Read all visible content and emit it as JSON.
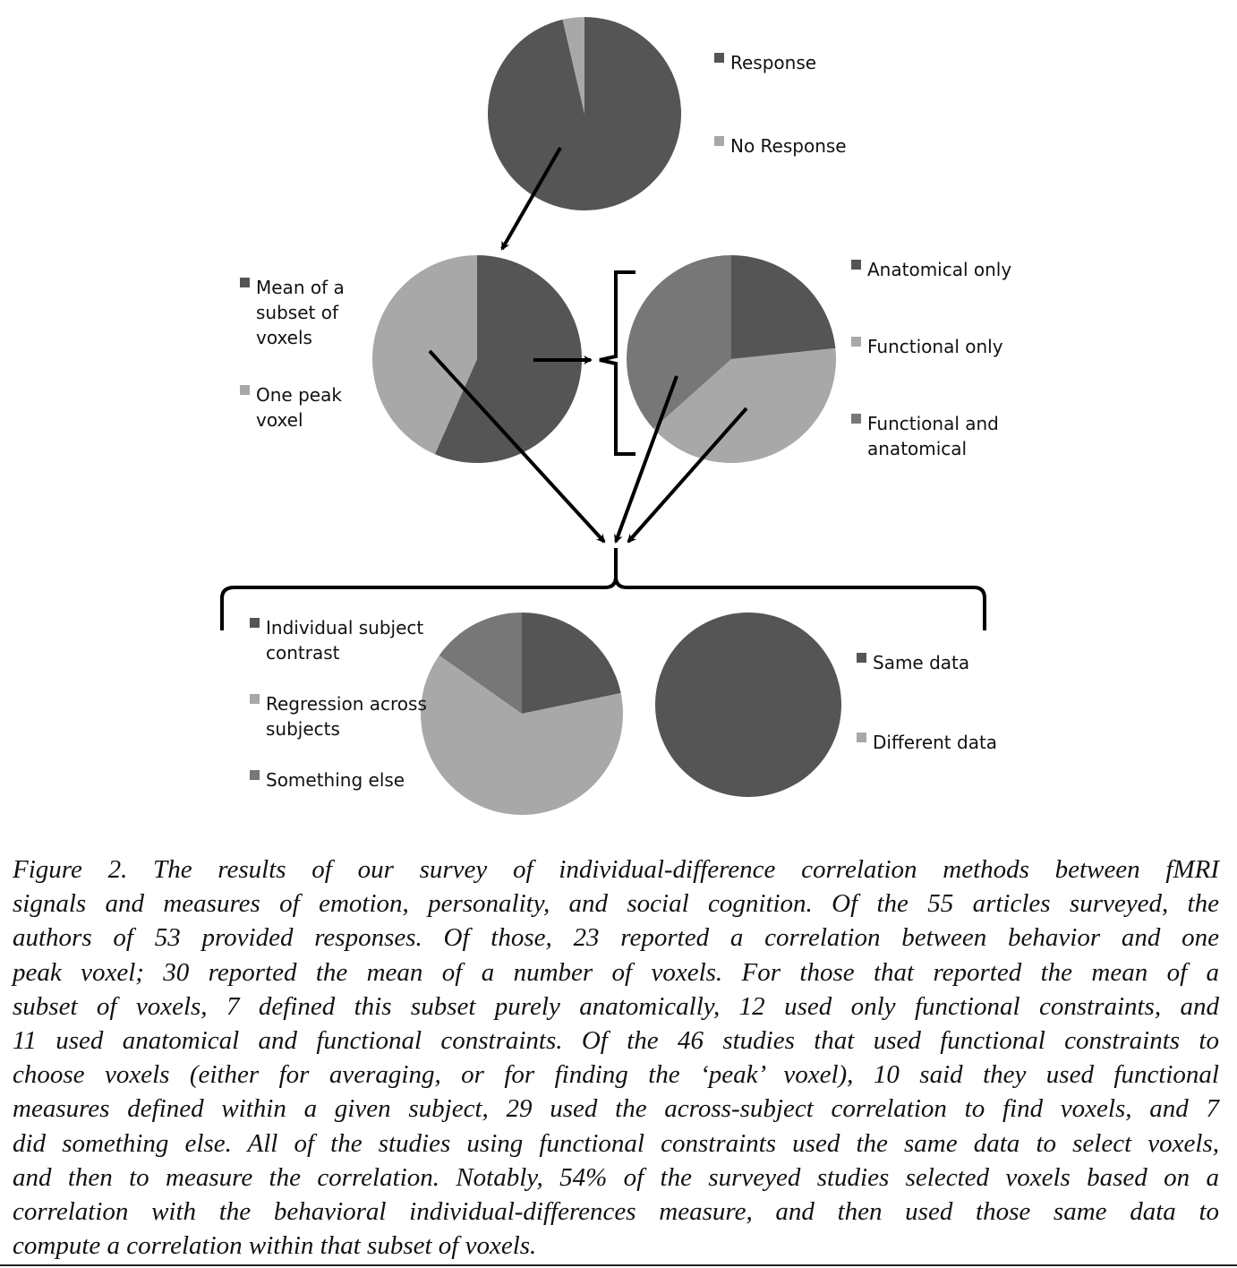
{
  "colors": {
    "dark": "#555555",
    "light": "#a8a8a8",
    "medium": "#777777"
  },
  "chart_data": [
    {
      "type": "pie",
      "id": "response",
      "slices": [
        {
          "label": "Response",
          "value": 53,
          "color": "#555555"
        },
        {
          "label": "No Response",
          "value": 2,
          "color": "#a8a8a8"
        }
      ],
      "legend_lines": [
        [
          "Response"
        ],
        [
          "No Response"
        ]
      ]
    },
    {
      "type": "pie",
      "id": "method",
      "slices": [
        {
          "label": "Mean of a subset of voxels",
          "value": 30,
          "color": "#555555"
        },
        {
          "label": "One peak voxel",
          "value": 23,
          "color": "#a8a8a8"
        }
      ],
      "legend_lines": [
        [
          "Mean of a",
          "subset of",
          "voxels"
        ],
        [
          "One peak",
          "voxel"
        ]
      ]
    },
    {
      "type": "pie",
      "id": "subset",
      "slices": [
        {
          "label": "Anatomical only",
          "value": 7,
          "color": "#555555"
        },
        {
          "label": "Functional only",
          "value": 12,
          "color": "#a8a8a8"
        },
        {
          "label": "Functional and anatomical",
          "value": 11,
          "color": "#777777"
        }
      ],
      "legend_lines": [
        [
          "Anatomical only"
        ],
        [
          "Functional only"
        ],
        [
          "Functional and",
          "anatomical"
        ]
      ]
    },
    {
      "type": "pie",
      "id": "functional",
      "slices": [
        {
          "label": "Individual subject contrast",
          "value": 10,
          "color": "#555555"
        },
        {
          "label": "Regression across subjects",
          "value": 29,
          "color": "#a8a8a8"
        },
        {
          "label": "Something else",
          "value": 7,
          "color": "#777777"
        }
      ],
      "legend_lines": [
        [
          "Individual subject",
          "contrast"
        ],
        [
          "Regression across",
          "subjects"
        ],
        [
          "Something else"
        ]
      ]
    },
    {
      "type": "pie",
      "id": "data",
      "slices": [
        {
          "label": "Same data",
          "value": 46,
          "color": "#555555"
        },
        {
          "label": "Different data",
          "value": 0,
          "color": "#a8a8a8"
        }
      ],
      "legend_lines": [
        [
          "Same data"
        ],
        [
          "Different data"
        ]
      ]
    }
  ],
  "caption": [
    "Figure 2.  The results of our survey of individual-difference correlation methods between fMRI",
    "signals and measures of emotion, personality, and social cognition.  Of the 55 articles surveyed, the",
    "authors of 53 provided responses.  Of those, 23 reported a correlation between behavior and one",
    "peak voxel; 30 reported the mean of a number of voxels.  For those that reported the mean of a",
    "subset of voxels, 7 defined this subset purely anatomically, 12 used only functional constraints, and",
    "11 used anatomical and functional constraints.  Of the 46 studies that used functional constraints to",
    "choose voxels (either for averaging, or for finding the ‘peak’ voxel), 10 said they used functional",
    "measures defined within a given subject, 29 used the across-subject correlation to find voxels, and 7",
    "did something else.  All of the studies using functional constraints used the same data to select voxels,",
    "and then to measure the correlation. Notably, 54% of the surveyed studies selected voxels based on a",
    "correlation with the behavioral individual-differences measure, and then used those same data to",
    "compute a correlation within that subset of voxels."
  ]
}
